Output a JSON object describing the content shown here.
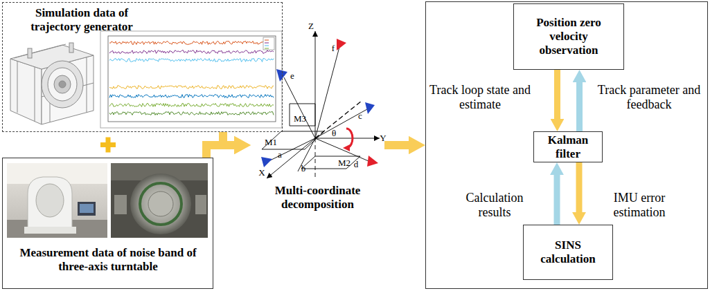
{
  "diagram": {
    "nodes": [
      {
        "text": [
          "Simulation data of trajectory generator"
        ]
      },
      {
        "text": [
          "Measurement data of noise band of three-axis turntable"
        ]
      },
      {
        "text": [
          "Multi-coordinate decomposition"
        ]
      },
      {
        "text": []
      },
      {
        "text": [
          "Position zero velocity observation"
        ],
        "in": 3
      },
      {
        "text": [
          "Kalman filter"
        ],
        "in": 3
      },
      {
        "text": [
          "SINS calculation"
        ],
        "in": 3
      }
    ],
    "edges": [
      {
        "from": 0,
        "to": 2,
        "arrow": "to"
      },
      {
        "from": 1,
        "to": 2,
        "arrow": "to"
      },
      {
        "from": 2,
        "to": 3,
        "arrow": "to"
      },
      {
        "from": 4,
        "to": 5,
        "label": "Track loop state and estimate",
        "arrow": "to"
      },
      {
        "from": 5,
        "to": 4,
        "label": "Track parameter and feedback",
        "arrow": "to"
      },
      {
        "from": 6,
        "to": 5,
        "label": "Calculation results",
        "arrow": "to"
      },
      {
        "from": 5,
        "to": 6,
        "label": "IMU error estimation",
        "arrow": "to"
      }
    ],
    "labels": [
      "Z",
      "e",
      "f",
      "c",
      "M3",
      "M1",
      "Y",
      "θ",
      "X",
      "a",
      "b",
      "d",
      "M2"
    ]
  }
}
